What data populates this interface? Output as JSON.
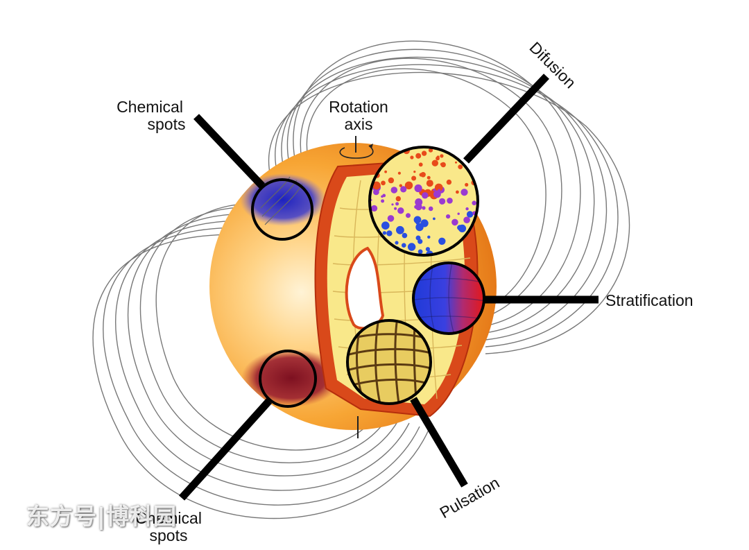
{
  "labels": {
    "chemical_spots_top_line1": "Chemical",
    "chemical_spots_top_line2": "spots",
    "rotation_line1": "Rotation",
    "rotation_line2": "axis",
    "difusion": "Difusion",
    "stratification": "Stratification",
    "pulsation": "Pulsation",
    "chemical_spots_bottom_line1": "Chemical",
    "chemical_spots_bottom_line2": "spots"
  },
  "watermark": "东方号|博科园",
  "colors": {
    "star_light": "#ffe3a8",
    "star_mid": "#f7a534",
    "star_dark": "#e57812",
    "crust": "#d9491a",
    "interior": "#f9e88a",
    "blue_spot": "#2b2fc8",
    "red_spot": "#8e1a26",
    "diffusion_red": "#e84a1a",
    "diffusion_purple": "#9a3ad0",
    "diffusion_blue": "#2a4fe0",
    "field_lines": "#777777"
  }
}
